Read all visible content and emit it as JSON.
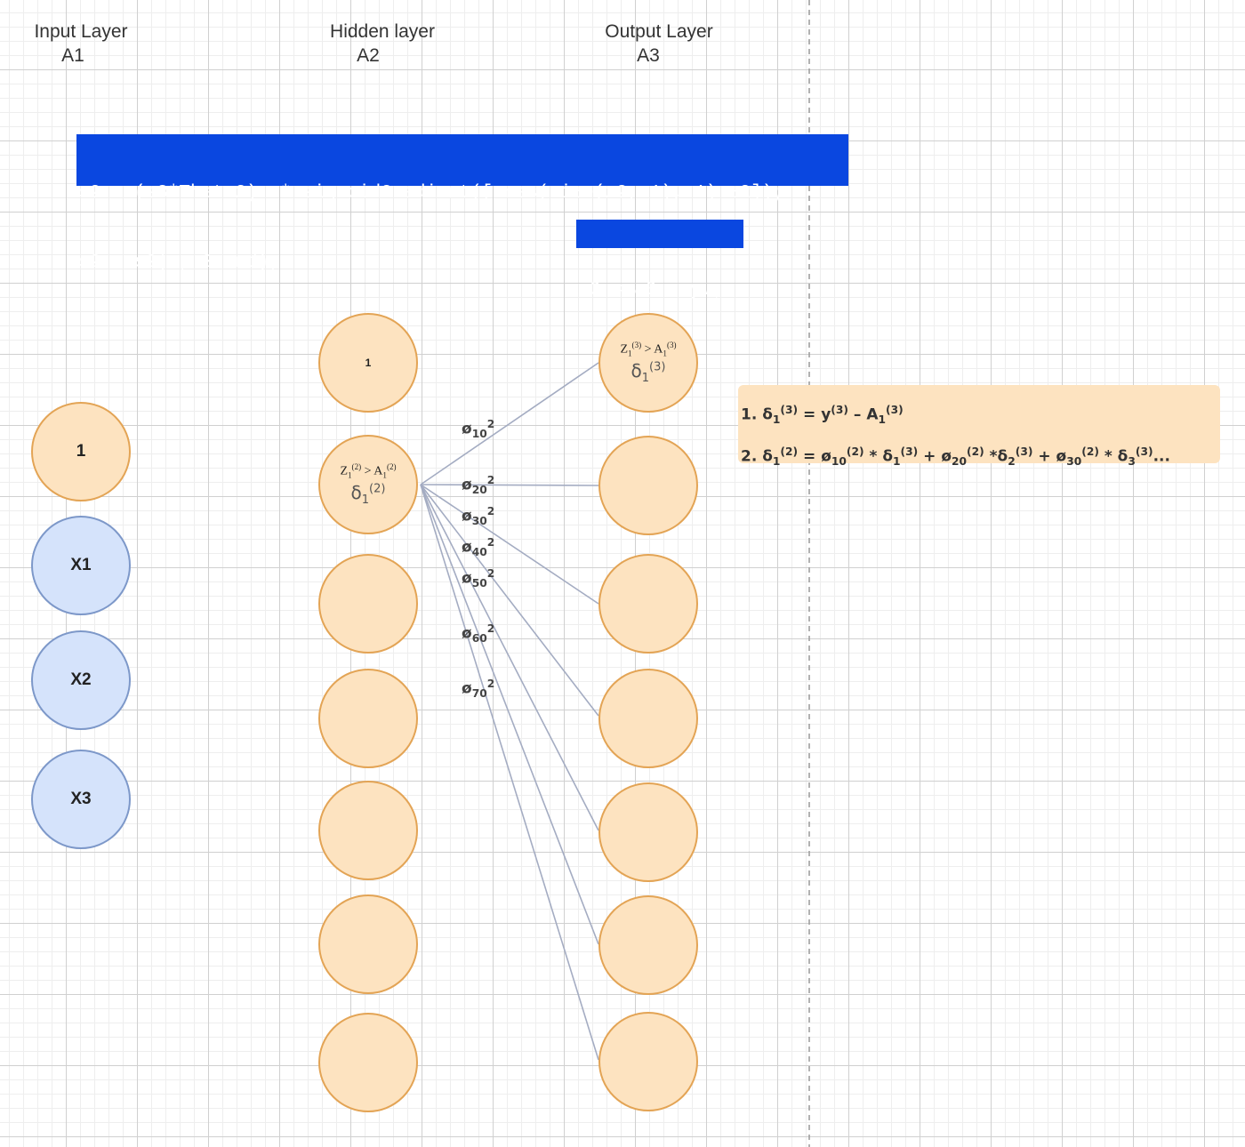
{
  "layers": {
    "input": {
      "title": "Input Layer",
      "name": "A1"
    },
    "hidden": {
      "title": "Hidden layer",
      "name": "A2"
    },
    "output": {
      "title": "Output Layer",
      "name": "A3"
    }
  },
  "code": {
    "line1": "s2 = (s3*Theta2) .* sigmoidGradient([ones(size(z2, 1), 1) z2]);",
    "line2": "s2 = s2(:, 2:end);",
    "s3": "s3 = a3 - yv;"
  },
  "nodes": {
    "input": [
      "1",
      "X1",
      "X2",
      "X3"
    ],
    "hidden_bias": "1",
    "hidden_active": {
      "z": "Z",
      "z_sub": "1",
      "z_sup": "(2)",
      "sep": " > ",
      "a": "A",
      "a_sub": "1",
      "a_sup": "(2)",
      "delta": "δ",
      "delta_sub": "1",
      "delta_sup": "(2)"
    },
    "output_active": {
      "z": "Z",
      "z_sub": "1",
      "z_sup": "(3)",
      "sep": " > ",
      "a": "A",
      "a_sub": "1",
      "a_sup": "(3)",
      "delta": "δ",
      "delta_sub": "1",
      "delta_sup": "(3)"
    }
  },
  "weights": [
    {
      "sym": "ø",
      "sub": "10",
      "sup": "2"
    },
    {
      "sym": "ø",
      "sub": "20",
      "sup": "2"
    },
    {
      "sym": "ø",
      "sub": "30",
      "sup": "2"
    },
    {
      "sym": "ø",
      "sub": "40",
      "sup": "2"
    },
    {
      "sym": "ø",
      "sub": "50",
      "sup": "2"
    },
    {
      "sym": "ø",
      "sub": "60",
      "sup": "2"
    },
    {
      "sym": "ø",
      "sub": "70",
      "sup": "2"
    }
  ],
  "equations": {
    "eq1": [
      {
        "t": "1. δ"
      },
      {
        "t": "1",
        "sub": true
      },
      {
        "t": "(3)",
        "sup": true
      },
      {
        "t": " = y"
      },
      {
        "t": "(3)",
        "sup": true
      },
      {
        "t": " – A"
      },
      {
        "t": "1",
        "sub": true
      },
      {
        "t": "(3)",
        "sup": true
      }
    ],
    "eq2": [
      {
        "t": "2. δ"
      },
      {
        "t": "1",
        "sub": true
      },
      {
        "t": "(2)",
        "sup": true
      },
      {
        "t": " = ø"
      },
      {
        "t": "10",
        "sub": true
      },
      {
        "t": "(2)",
        "sup": true
      },
      {
        "t": " * δ"
      },
      {
        "t": "1",
        "sub": true
      },
      {
        "t": "(3)",
        "sup": true
      },
      {
        "t": " + ø"
      },
      {
        "t": "20",
        "sub": true
      },
      {
        "t": "(2)",
        "sup": true
      },
      {
        "t": " *δ"
      },
      {
        "t": "2",
        "sub": true
      },
      {
        "t": "(3)",
        "sup": true
      },
      {
        "t": " + ø"
      },
      {
        "t": "30",
        "sub": true
      },
      {
        "t": "(2)",
        "sup": true
      },
      {
        "t": " * δ"
      },
      {
        "t": "3",
        "sub": true
      },
      {
        "t": "(3)",
        "sup": true
      },
      {
        "t": "..."
      }
    ]
  },
  "colors": {
    "orange_fill": "#fde3c0",
    "orange_stroke": "#e3a455",
    "blue_fill": "#d5e3fb",
    "blue_stroke": "#7d98c9",
    "code_bg": "#0a47e0",
    "edge": "#a4acc2"
  }
}
